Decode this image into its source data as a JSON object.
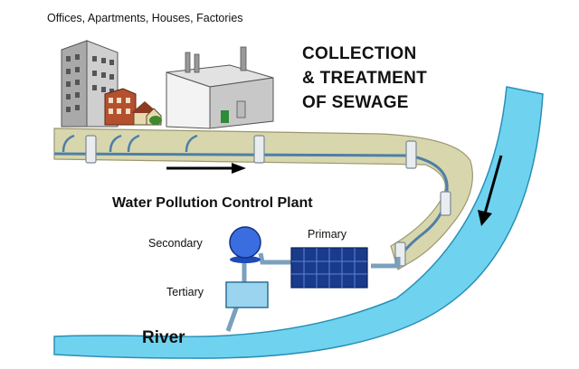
{
  "labels": {
    "sources": "Offices, Apartments, Houses, Factories",
    "title_line1": "COLLECTION",
    "title_line2": "& TREATMENT",
    "title_line3": "OF SEWAGE",
    "plant": "Water Pollution Control Plant",
    "secondary": "Secondary",
    "primary": "Primary",
    "tertiary": "Tertiary",
    "river": "River"
  },
  "colors": {
    "water": "#6fd3f0",
    "sewer_fill": "#d8d6ad",
    "pipe": "#7aa0bc",
    "primary_tank": "#1a3a8c",
    "secondary_tank": "#3a6ee0",
    "tertiary_tank": "#9ad4ee",
    "brick": "#b5502f"
  },
  "icons": {
    "flow_arrow": "arrow-right-icon",
    "river_arrow": "arrow-down-icon"
  }
}
